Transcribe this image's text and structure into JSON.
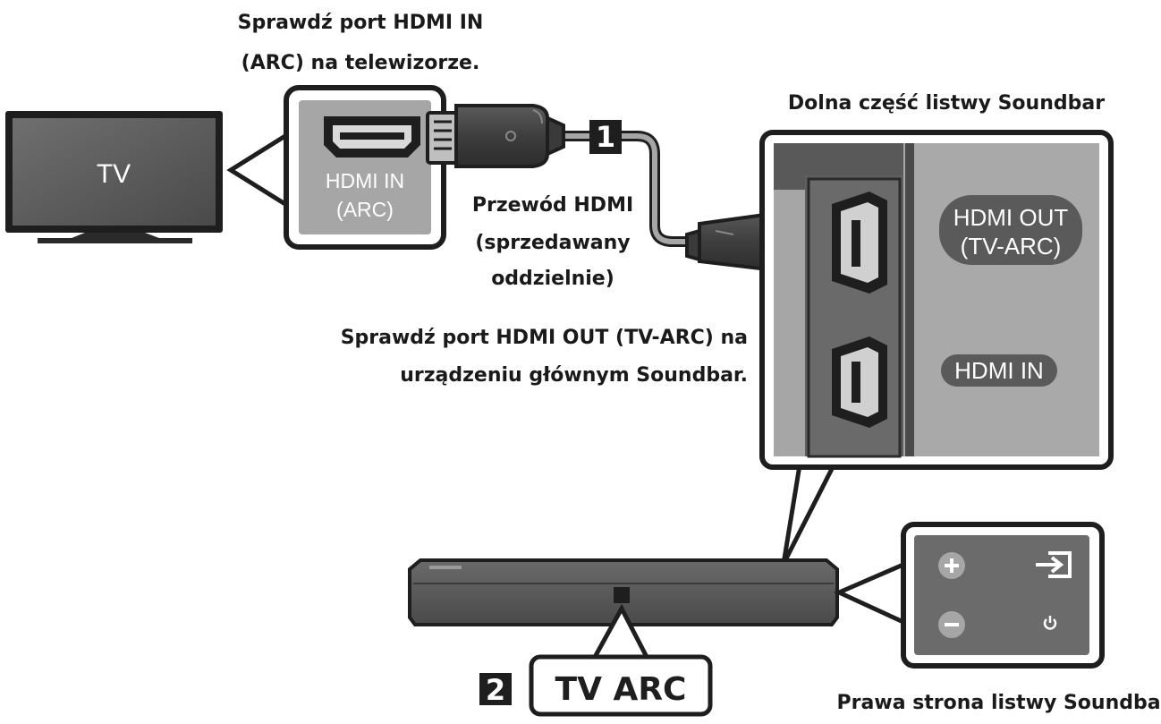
{
  "tv": {
    "label": "TV"
  },
  "tv_port": {
    "caption_line1": "Sprawdź port HDMI IN",
    "caption_line2": "(ARC) na telewizorze.",
    "port_label_line1": "HDMI IN",
    "port_label_line2": "(ARC)"
  },
  "cable": {
    "step_number": "1",
    "label_line1": "Przewód HDMI",
    "label_line2": "(sprzedawany",
    "label_line3": "oddzielnie)"
  },
  "soundbar_bottom": {
    "title": "Dolna część listwy Soundbar",
    "port_out_line1": "HDMI OUT",
    "port_out_line2": "(TV-ARC)",
    "port_in": "HDMI IN"
  },
  "soundbar_note": {
    "line1": "Sprawdź port HDMI OUT (TV-ARC) na",
    "line2": "urządzeniu głównym Soundbar."
  },
  "soundbar_display": {
    "step_number": "2",
    "text": "TV ARC"
  },
  "soundbar_side": {
    "title": "Prawa strona listwy Soundbar",
    "icons": [
      "plus-icon",
      "input-source-icon",
      "minus-icon",
      "power-icon"
    ]
  },
  "colors": {
    "panel_gray": "#a6a6a6",
    "dark_gray": "#5a5a5a",
    "outline": "#1e1e1e",
    "plug_gray": "#4d4d4d"
  }
}
